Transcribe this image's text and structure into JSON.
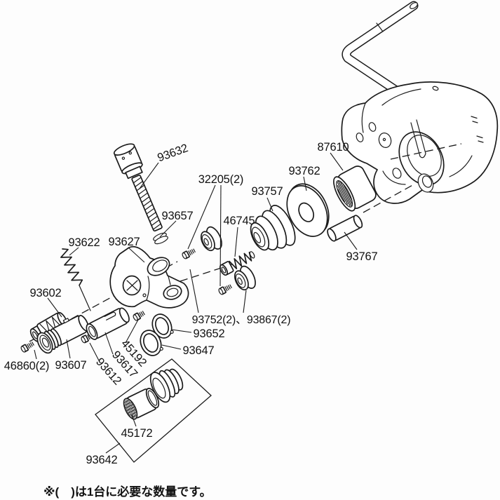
{
  "diagram": {
    "kind": "exploded-parts-diagram",
    "background_color": "#fdfdfd",
    "ink_color": "#1b1b1b"
  },
  "labels": [
    {
      "part": "93632",
      "text": "93632"
    },
    {
      "part": "32205",
      "text": "32205(2)"
    },
    {
      "part": "93657",
      "text": "93657"
    },
    {
      "part": "46745",
      "text": "46745"
    },
    {
      "part": "93757",
      "text": "93757"
    },
    {
      "part": "93762",
      "text": "93762"
    },
    {
      "part": "87610",
      "text": "87610"
    },
    {
      "part": "93767",
      "text": "93767"
    },
    {
      "part": "93622",
      "text": "93622"
    },
    {
      "part": "93627",
      "text": "93627"
    },
    {
      "part": "93602",
      "text": "93602"
    },
    {
      "part": "46860",
      "text": "46860(2)"
    },
    {
      "part": "93607",
      "text": "93607"
    },
    {
      "part": "93612",
      "text": "93612"
    },
    {
      "part": "93617",
      "text": "93617"
    },
    {
      "part": "45192",
      "text": "45192"
    },
    {
      "part": "93752-93867",
      "text": "93752(2)、93867(2)"
    },
    {
      "part": "93652",
      "text": "93652"
    },
    {
      "part": "93647",
      "text": "93647"
    },
    {
      "part": "45172",
      "text": "45172"
    },
    {
      "part": "93642",
      "text": "93642"
    }
  ],
  "footnote": {
    "text": "※(　)は1台に必要な数量です。"
  }
}
